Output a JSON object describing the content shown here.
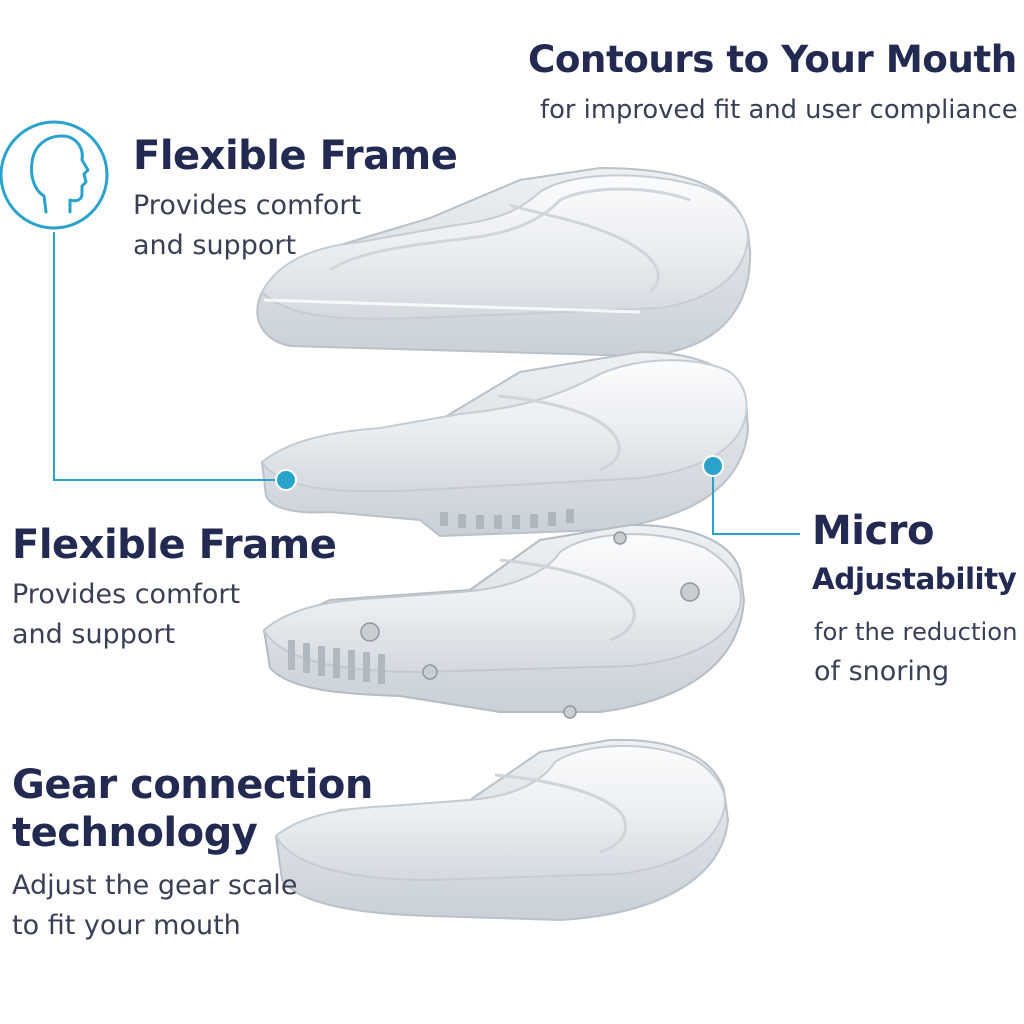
{
  "callouts": {
    "contours": {
      "title": "Contours to Your Mouth",
      "subtitle": "for improved fit and user compliance"
    },
    "frame_top": {
      "title": "Flexible Frame",
      "line1": "Provides comfort",
      "line2": "and support"
    },
    "frame_mid": {
      "title": "Flexible Frame",
      "line1": "Provides comfort",
      "line2": "and support"
    },
    "micro": {
      "title1": "Micro",
      "title2": "Adjustability",
      "line1": "for the reduction",
      "line2": "of snoring"
    },
    "gear": {
      "title1": "Gear connection",
      "title2": "technology",
      "line1": "Adjust the gear scale",
      "line2": "to fit your mouth"
    }
  },
  "icons": {
    "head": "head-profile-icon"
  },
  "colors": {
    "title": "#232a52",
    "body": "#3a3f55",
    "accent": "#2aa3cc"
  }
}
